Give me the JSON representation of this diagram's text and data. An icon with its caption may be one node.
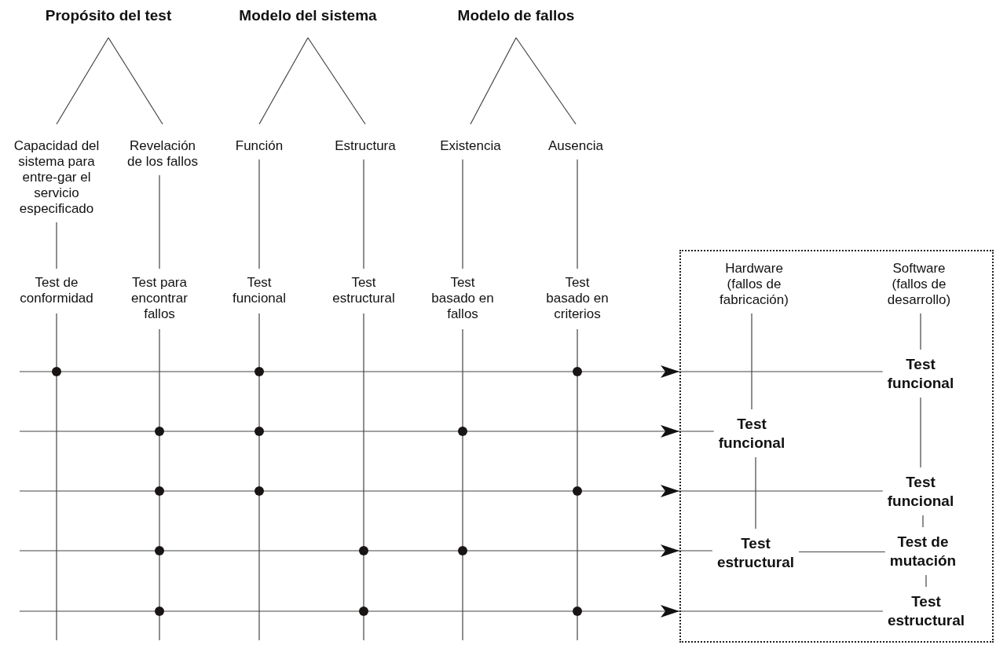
{
  "diagram": {
    "nodes": [
      {
        "text": [
          "Propósito del test"
        ]
      },
      {
        "text": [
          "Modelo del sistema"
        ]
      },
      {
        "text": [
          "Modelo de fallos"
        ]
      },
      {
        "text": [
          "Capacidad del sistema para entre-gar el servicio especificado"
        ]
      },
      {
        "text": [
          "Revelación de los fallos"
        ]
      },
      {
        "text": [
          "Función"
        ]
      },
      {
        "text": [
          "Estructura"
        ]
      },
      {
        "text": [
          "Existencia"
        ]
      },
      {
        "text": [
          "Ausencia"
        ]
      },
      {
        "text": [
          "Test de conformidad"
        ]
      },
      {
        "text": [
          "Test para encontrar fallos"
        ]
      },
      {
        "text": [
          "Test funcional"
        ]
      },
      {
        "text": [
          "Test estructural"
        ]
      },
      {
        "text": [
          "Test basado en fallos"
        ]
      },
      {
        "text": [
          "Test basado en criterios"
        ]
      },
      {
        "text": [],
        "shape": "box"
      },
      {
        "text": [
          "Hardware (fallos de fabricación)"
        ],
        "in": 15
      },
      {
        "text": [
          "Software (fallos de desarrollo)"
        ],
        "in": 15
      },
      {
        "text": [
          "Test funcional"
        ],
        "in": 15
      },
      {
        "text": [
          "Test estructural"
        ],
        "in": 15
      },
      {
        "text": [
          "Test funcional"
        ],
        "in": 15
      },
      {
        "text": [
          "Test funcional"
        ],
        "in": 15
      },
      {
        "text": [
          "Test de mutación"
        ],
        "in": 15
      },
      {
        "text": [
          "Test estructural"
        ],
        "in": 15
      }
    ],
    "edges": [
      {
        "from": 0,
        "to": 3,
        "arrow": "none"
      },
      {
        "from": 0,
        "to": 4,
        "arrow": "none"
      },
      {
        "from": 1,
        "to": 5,
        "arrow": "none"
      },
      {
        "from": 1,
        "to": 6,
        "arrow": "none"
      },
      {
        "from": 2,
        "to": 7,
        "arrow": "none"
      },
      {
        "from": 2,
        "to": 8,
        "arrow": "none"
      },
      {
        "from": 3,
        "to": 9,
        "arrow": "none"
      },
      {
        "from": 4,
        "to": 10,
        "arrow": "none"
      },
      {
        "from": 5,
        "to": 11,
        "arrow": "none"
      },
      {
        "from": 6,
        "to": 12,
        "arrow": "none"
      },
      {
        "from": 7,
        "to": 13,
        "arrow": "none"
      },
      {
        "from": 8,
        "to": 14,
        "arrow": "none"
      },
      {
        "from": 9,
        "to": null,
        "arrow": "none"
      },
      {
        "from": 10,
        "to": null,
        "arrow": "none"
      },
      {
        "from": 11,
        "to": null,
        "arrow": "none"
      },
      {
        "from": 12,
        "to": null,
        "arrow": "none"
      },
      {
        "from": 13,
        "to": null,
        "arrow": "none"
      },
      {
        "from": 14,
        "to": null,
        "arrow": "none"
      },
      {
        "from": null,
        "to": 15,
        "arrow": "to"
      },
      {
        "from": null,
        "to": 15,
        "arrow": "to"
      },
      {
        "from": null,
        "to": 15,
        "arrow": "to"
      },
      {
        "from": null,
        "to": 15,
        "arrow": "to"
      },
      {
        "from": null,
        "to": 15,
        "arrow": "to"
      },
      {
        "from": 15,
        "to": 20,
        "arrow": "none"
      },
      {
        "from": 15,
        "to": 18,
        "arrow": "none"
      },
      {
        "from": 15,
        "to": 21,
        "arrow": "none"
      },
      {
        "from": 15,
        "to": 19,
        "arrow": "none"
      },
      {
        "from": 15,
        "to": 23,
        "arrow": "none"
      },
      {
        "from": 16,
        "to": 18,
        "arrow": "none"
      },
      {
        "from": 18,
        "to": 19,
        "arrow": "none"
      },
      {
        "from": 17,
        "to": 20,
        "arrow": "none"
      },
      {
        "from": 20,
        "to": 21,
        "arrow": "none"
      },
      {
        "from": 21,
        "to": 22,
        "arrow": "none"
      },
      {
        "from": 22,
        "to": 23,
        "arrow": "none"
      },
      {
        "from": 19,
        "to": 22,
        "arrow": "none"
      }
    ]
  }
}
